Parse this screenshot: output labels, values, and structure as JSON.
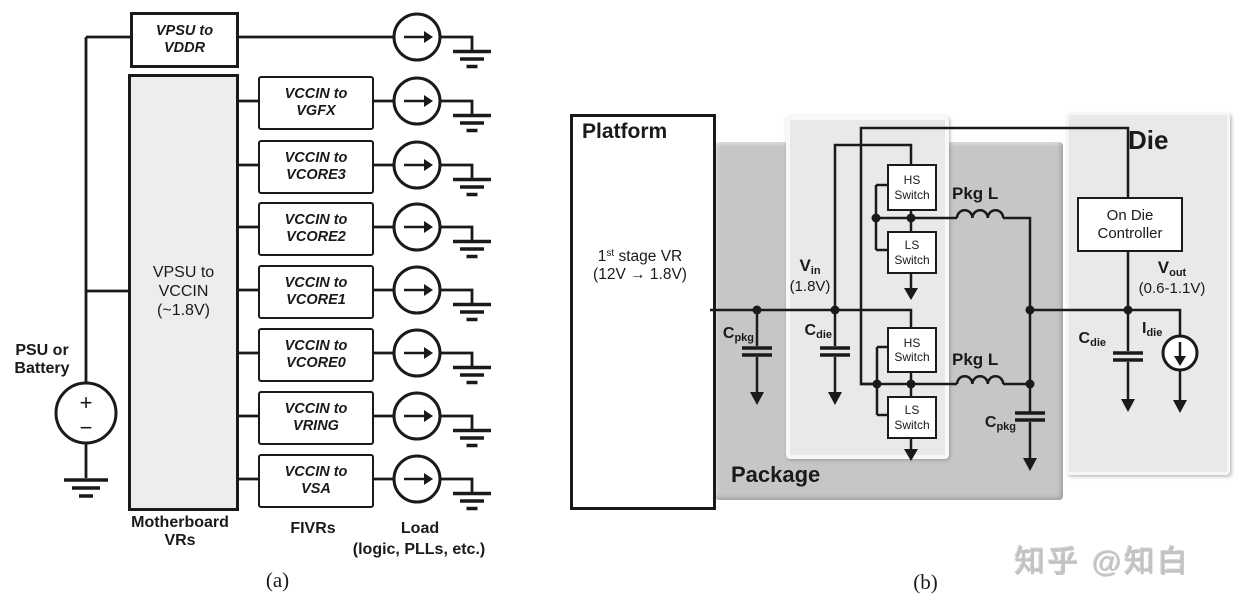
{
  "figure": {
    "caption_a": "(a)",
    "caption_b": "(b)"
  },
  "a": {
    "psu_label": {
      "line1": "PSU or",
      "line2": "Battery"
    },
    "psu_plus": "+",
    "psu_minus": "−",
    "vddr_box": {
      "line1": "VPSU to",
      "line2": "VDDR"
    },
    "mb_box": {
      "line1": "VPSU to",
      "line2": "VCCIN",
      "line3": "(~1.8V)"
    },
    "fivrs": [
      {
        "line1": "VCCIN to",
        "line2": "VGFX"
      },
      {
        "line1": "VCCIN to",
        "line2": "VCORE3"
      },
      {
        "line1": "VCCIN to",
        "line2": "VCORE2"
      },
      {
        "line1": "VCCIN to",
        "line2": "VCORE1"
      },
      {
        "line1": "VCCIN to",
        "line2": "VCORE0"
      },
      {
        "line1": "VCCIN to",
        "line2": "VRING"
      },
      {
        "line1": "VCCIN to",
        "line2": "VSA"
      }
    ],
    "col_labels": {
      "motherboard1": "Motherboard",
      "motherboard2": "VRs",
      "fivrs": "FIVRs",
      "load1": "Load",
      "load2": "(logic, PLLs, etc.)"
    }
  },
  "b": {
    "platform_title": "Platform",
    "platform_vr": {
      "num": "1",
      "sup": "st",
      "rest": " stage VR"
    },
    "platform_vr2": "(12V → 1.8V)",
    "package_label": "Package",
    "die_label": "Die",
    "vin": {
      "base": "V",
      "sub": "in",
      "paren": "(1.8V)"
    },
    "vout": {
      "base": "V",
      "sub": "out",
      "paren": "(0.6-1.1V)"
    },
    "cpkg": {
      "base": "C",
      "sub": "pkg"
    },
    "cdie": {
      "base": "C",
      "sub": "die"
    },
    "idie": {
      "base": "I",
      "sub": "die"
    },
    "pkg_l": "Pkg L",
    "hs_switch": {
      "line1": "HS",
      "line2": "Switch"
    },
    "ls_switch": {
      "line1": "LS",
      "line2": "Switch"
    },
    "controller": {
      "line1": "On Die",
      "line2": "Controller"
    }
  },
  "watermark": "知乎 @知白",
  "colors": {
    "line": "#1a1a1a",
    "package_gray": "#c6c6c6",
    "die_gray": "#e9e9e9",
    "mb_box_gray": "#ededed",
    "watermark_gray": "#c3c3c3"
  }
}
